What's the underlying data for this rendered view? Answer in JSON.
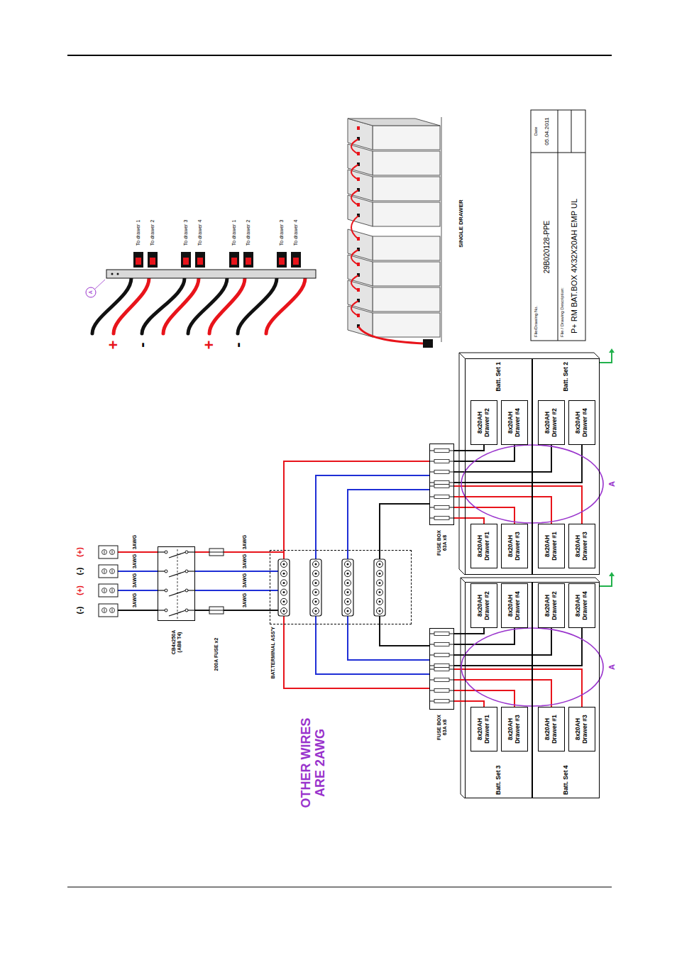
{
  "diagram": {
    "nodes": [
      {
        "text": [
          "CB4x250A (AB8 T4)"
        ]
      },
      {
        "text": [
          "BAT.TERMINAL ASS'Y"
        ]
      },
      {
        "text": [
          "FUSE BOX 63A x8"
        ]
      },
      {
        "text": [
          "FUSE BOX 63A x8"
        ]
      },
      {
        "text": [
          "Batt. Set 1"
        ]
      },
      {
        "text": [
          "8x20AH Drawer #1"
        ],
        "in": 4
      },
      {
        "text": [
          "8x20AH Drawer #2"
        ],
        "in": 4
      },
      {
        "text": [
          "8x20AH Drawer #3"
        ],
        "in": 4
      },
      {
        "text": [
          "8x20AH Drawer #4"
        ],
        "in": 4
      },
      {
        "text": [
          "Batt. Set 2"
        ]
      },
      {
        "text": [
          "8x20AH Drawer #1"
        ],
        "in": 9
      },
      {
        "text": [
          "8x20AH Drawer #2"
        ],
        "in": 9
      },
      {
        "text": [
          "8x20AH Drawer #3"
        ],
        "in": 9
      },
      {
        "text": [
          "8x20AH Drawer #4"
        ],
        "in": 9
      },
      {
        "text": [
          "Batt. Set 3"
        ]
      },
      {
        "text": [
          "8x20AH Drawer #1"
        ],
        "in": 14
      },
      {
        "text": [
          "8x20AH Drawer #2"
        ],
        "in": 14
      },
      {
        "text": [
          "8x20AH Drawer #3"
        ],
        "in": 14
      },
      {
        "text": [
          "8x20AH Drawer #4"
        ],
        "in": 14
      },
      {
        "text": [
          "Batt. Set 4"
        ]
      },
      {
        "text": [
          "8x20AH Drawer #1"
        ],
        "in": 19
      },
      {
        "text": [
          "8x20AH Drawer #2"
        ],
        "in": 19
      },
      {
        "text": [
          "8x20AH Drawer #3"
        ],
        "in": 19
      },
      {
        "text": [
          "8x20AH Drawer #4"
        ],
        "in": 19
      }
    ],
    "edges": [
      {
        "from": 0,
        "to": 1,
        "arrow": "none"
      },
      {
        "from": 1,
        "to": 2,
        "arrow": "none"
      },
      {
        "from": 1,
        "to": 3,
        "arrow": "none"
      },
      {
        "from": 2,
        "to": 5,
        "arrow": "none"
      },
      {
        "from": 2,
        "to": 6,
        "arrow": "none"
      },
      {
        "from": 2,
        "to": 7,
        "arrow": "none"
      },
      {
        "from": 2,
        "to": 8,
        "arrow": "none"
      },
      {
        "from": 2,
        "to": 10,
        "arrow": "none"
      },
      {
        "from": 2,
        "to": 11,
        "arrow": "none"
      },
      {
        "from": 2,
        "to": 12,
        "arrow": "none"
      },
      {
        "from": 2,
        "to": 13,
        "arrow": "none"
      },
      {
        "from": 3,
        "to": 15,
        "arrow": "none"
      },
      {
        "from": 3,
        "to": 16,
        "arrow": "none"
      },
      {
        "from": 3,
        "to": 17,
        "arrow": "none"
      },
      {
        "from": 3,
        "to": 18,
        "arrow": "none"
      },
      {
        "from": 3,
        "to": 20,
        "arrow": "none"
      },
      {
        "from": 3,
        "to": 21,
        "arrow": "none"
      },
      {
        "from": 3,
        "to": 22,
        "arrow": "none"
      },
      {
        "from": 3,
        "to": 23,
        "arrow": "none"
      }
    ],
    "labels": [
      "(-)",
      "(+)",
      "(-)",
      "(+)",
      "3AWG",
      "3AWG",
      "3AWG",
      "3AWG",
      "3AWG",
      "3AWG",
      "3AWG",
      "3AWG",
      "200A FUSE x2",
      "OTHER WIRES ARE 2AWG",
      "A",
      "A",
      "+",
      "-",
      "+",
      "-",
      "To drawer 1",
      "To drawer 2",
      "To drawer 3",
      "To drawer 4",
      "To drawer 1",
      "To drawer 2",
      "To drawer 3",
      "To drawer 4",
      "A",
      "SINGLE DRAWER",
      "File/Drawing No.",
      "29B020128-PPE",
      "Date",
      "05.04.2011",
      "File / Drawing Description:",
      "P+ RM BAT.BOX 4X32X20AH EMP UL"
    ]
  }
}
